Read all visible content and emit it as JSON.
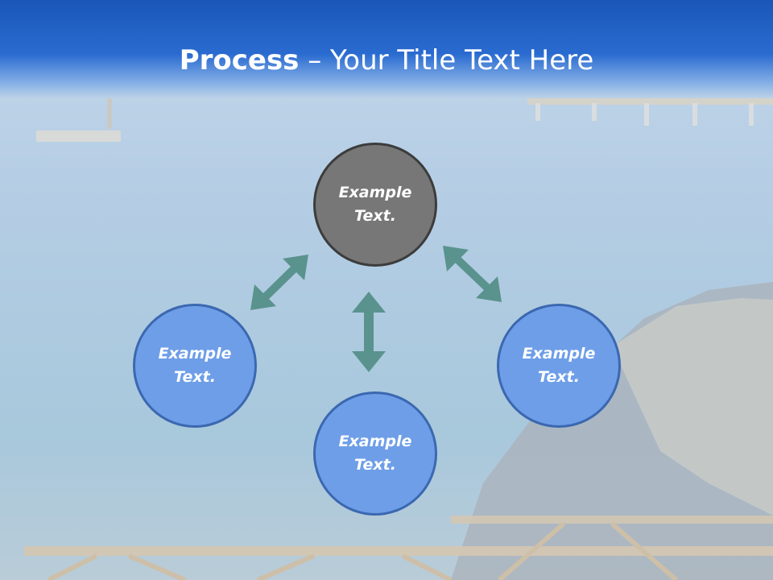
{
  "slide": {
    "title_bold": "Process",
    "title_rest": " – Your Title Text Here"
  },
  "nodes": {
    "top": {
      "label": "Example Text."
    },
    "left": {
      "label": "Example Text."
    },
    "bottom": {
      "label": "Example Text."
    },
    "right": {
      "label": "Example Text."
    }
  },
  "colors": {
    "header": "#1a56b8",
    "top_circle_fill": "#777777",
    "node_fill": "#6e9ee8",
    "node_border": "#3b68b0",
    "arrow": "#5a938e"
  }
}
